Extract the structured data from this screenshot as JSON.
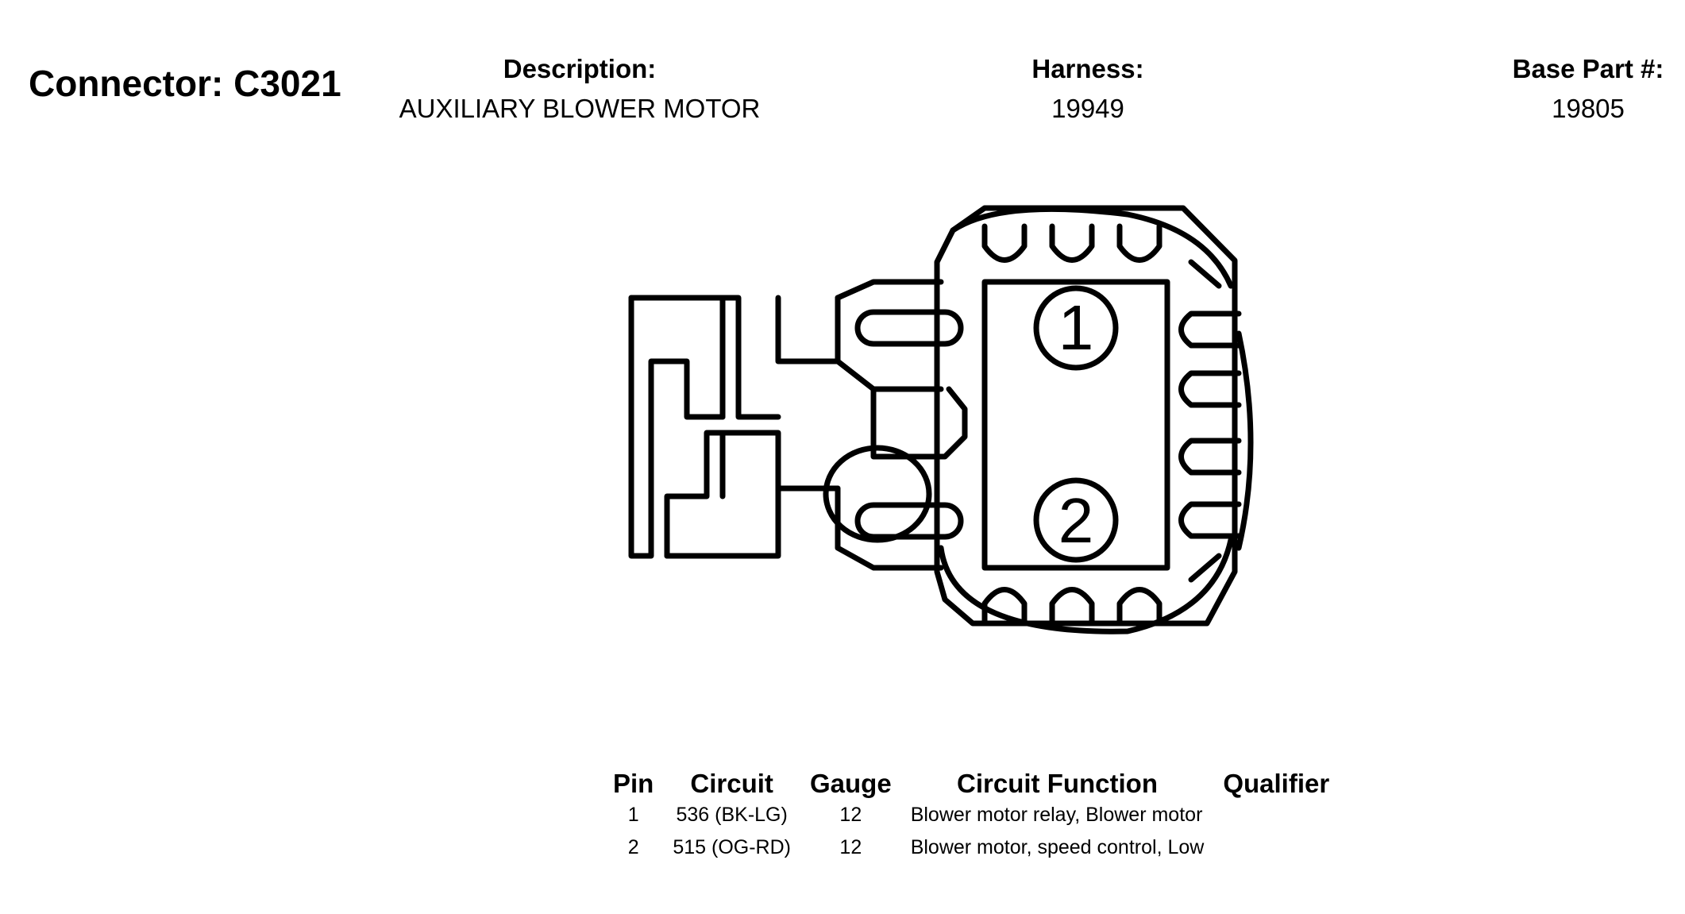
{
  "header": {
    "connector": "Connector: C3021",
    "description_label": "Description:",
    "description_value": "AUXILIARY BLOWER MOTOR",
    "harness_label": "Harness:",
    "harness_value": "19949",
    "base_part_label": "Base Part #:",
    "base_part_value": "19805"
  },
  "diagram": {
    "pin_labels": [
      "1",
      "2"
    ]
  },
  "table": {
    "headers": [
      "Pin",
      "Circuit",
      "Gauge",
      "Circuit Function",
      "Qualifier"
    ],
    "rows": [
      {
        "pin": "1",
        "circuit": "536 (BK-LG)",
        "gauge": "12",
        "function": "Blower motor relay, Blower motor",
        "qualifier": ""
      },
      {
        "pin": "2",
        "circuit": "515 (OG-RD)",
        "gauge": "12",
        "function": "Blower motor, speed control, Low",
        "qualifier": ""
      }
    ]
  }
}
